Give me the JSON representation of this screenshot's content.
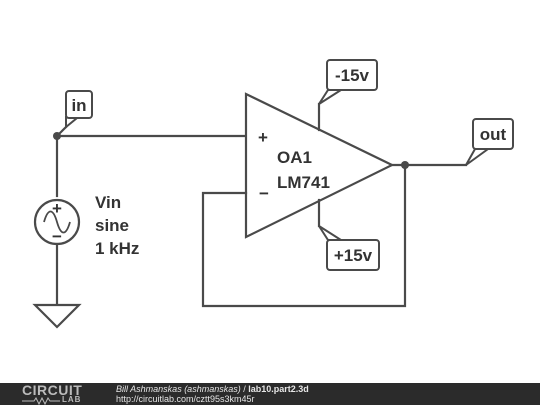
{
  "nets": {
    "in_label": "in",
    "out_label": "out",
    "vneg_label": "-15v",
    "vpos_label": "+15v"
  },
  "opamp": {
    "name": "OA1",
    "model": "LM741",
    "plus_symbol": "+",
    "minus_symbol": "−"
  },
  "source": {
    "name": "Vin",
    "type": "sine",
    "freq": "1 kHz"
  },
  "footer": {
    "logo_top": "CIRCUIT",
    "logo_bottom": "LAB",
    "author": "Bill Ashmanskas (ashmanskas)",
    "separator": " / ",
    "project": "lab10.part2.3d",
    "url": "http://circuitlab.com/cztt95s3km45r"
  }
}
